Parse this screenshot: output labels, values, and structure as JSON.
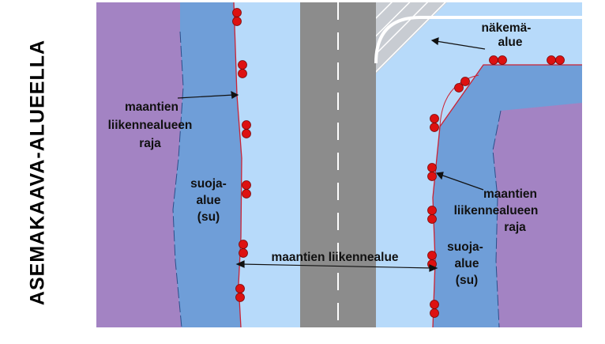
{
  "side_label": "ASEMAKAAVA-ALUEELLA",
  "labels": {
    "sight_line1": "näkemä-",
    "sight_line2": "alue",
    "left_border_line1": "maantien",
    "left_border_line2": "liikennealueen",
    "left_border_line3": "raja",
    "left_protect_line1": "suoja-",
    "left_protect_line2": "alue",
    "left_protect_line3": "(su)",
    "right_border_line1": "maantien",
    "right_border_line2": "liikennealueen",
    "right_border_line3": "raja",
    "right_protect_line1": "suoja-",
    "right_protect_line2": "alue",
    "right_protect_line3": "(su)",
    "road_area": "maantien liikennealue"
  },
  "colors": {
    "plot_area": "#a383c3",
    "protection_area": "#6f9ed8",
    "road_area": "#b7dafa",
    "carriageway": "#8c8c8c",
    "boundary_line": "#cc2233",
    "marker": "#dd1111"
  }
}
